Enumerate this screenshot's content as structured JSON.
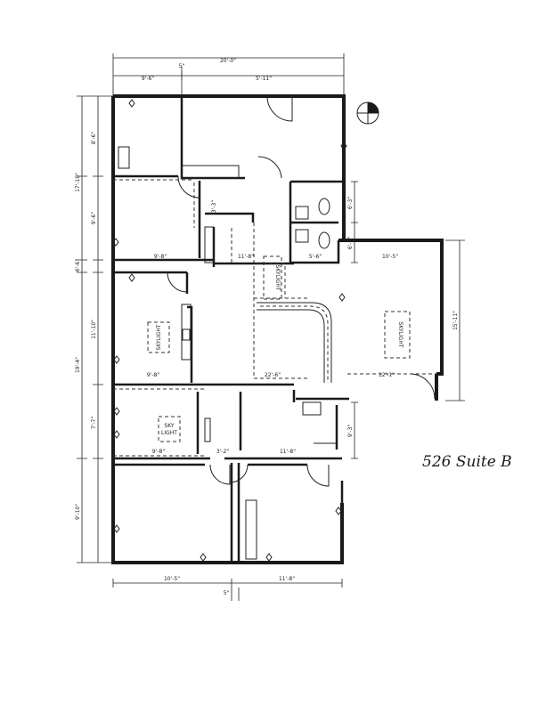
{
  "plan": {
    "title": "526 Suite B"
  },
  "dimensions": {
    "top_overall": "20'-0\"",
    "top_left": "9'-6\"",
    "top_mid": "5\"",
    "top_right": "5'-11\"",
    "left_top": "17'-10\"",
    "left_mid1": "6'-6\"",
    "left_mid2": "19'-4\"",
    "left_bottom": "9'-10\"",
    "left_small1": "8'-6\"",
    "left_small2": "9'-6\"",
    "left_small3": "11'-10\"",
    "left_small4": "7'-7\"",
    "right_tall": "15'-11\"",
    "right_small1": "6'-3\"",
    "right_small2": "6'-7\"",
    "right_small3": "9'-3\"",
    "bottom_left": "10'-5\"",
    "bottom_right": "11'-8\"",
    "bottom_mid": "5\"",
    "row1_a": "9'-8\"",
    "row1_b": "11'-8\"",
    "row1_c": "5'-6\"",
    "row1_d": "10'-5\"",
    "row2_a": "9'-8\"",
    "row2_b": "22'-6\"",
    "row2_c": "12'-1\"",
    "row3_a": "9'-8\"",
    "row3_b": "3'-2\"",
    "row3_c": "11'-8\"",
    "inner_v1": "3'-3\""
  },
  "labels": {
    "skylight_1": "SKYLIGHT",
    "skylight_2": "SKYLIGHT",
    "skylight_3": "SKYLIGHT",
    "skylight_4_line1": "SKY",
    "skylight_4_line2": "LIGHT"
  }
}
